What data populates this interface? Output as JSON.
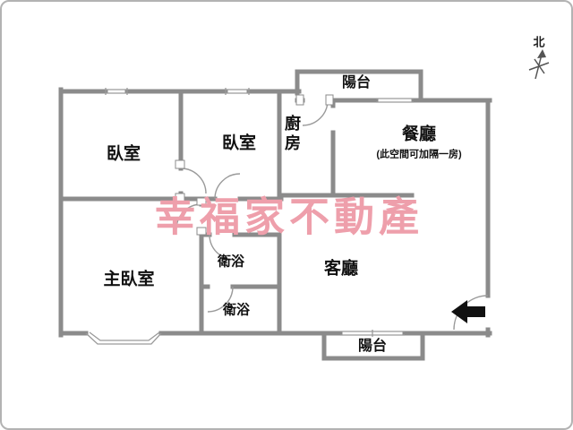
{
  "page": {
    "background": "#ffffff",
    "frame_border_color": "#b3b3b3"
  },
  "plan": {
    "wall_color": "#8b8b8b",
    "thin_color": "#9a9a9a",
    "entrance_arrow_color": "#111111"
  },
  "watermark": {
    "text": "幸福家不動產",
    "color": "#ee9fab"
  },
  "compass": {
    "label": "北"
  },
  "rooms": {
    "balcony_top": {
      "label": "陽台"
    },
    "bedroom_left": {
      "label": "臥室"
    },
    "bedroom_mid": {
      "label": "臥室"
    },
    "kitchen": {
      "label": "廚房"
    },
    "dining": {
      "label": "餐廳",
      "note": "(此空間可加隔一房)"
    },
    "master_bedroom": {
      "label": "主臥室"
    },
    "bath_upper": {
      "label": "衛浴"
    },
    "bath_lower": {
      "label": "衛浴"
    },
    "living": {
      "label": "客廳"
    },
    "balcony_bottom": {
      "label": "陽台"
    }
  }
}
